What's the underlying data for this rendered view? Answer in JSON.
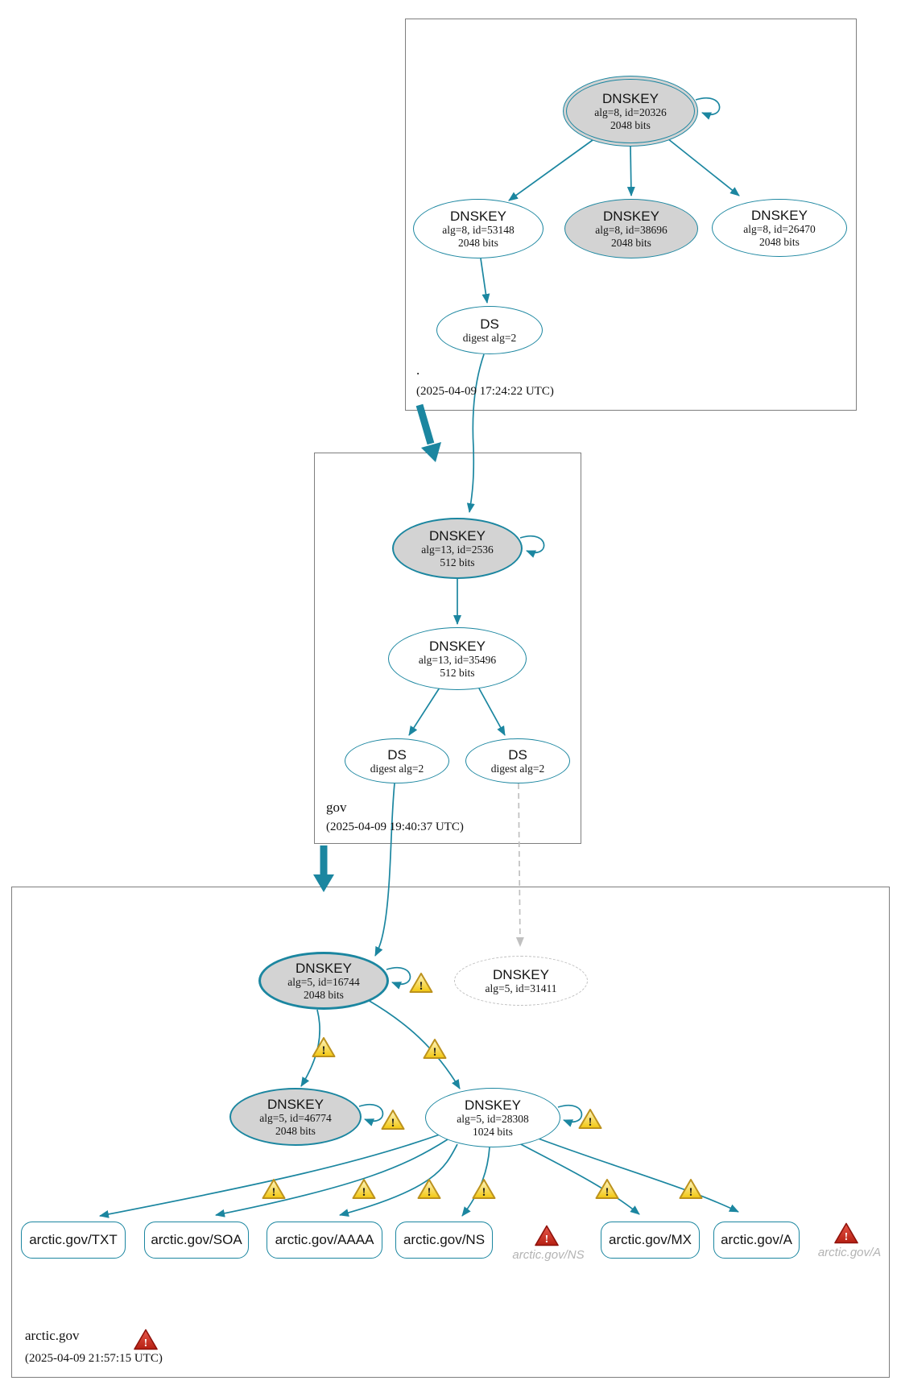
{
  "colors": {
    "accent": "#1b86a0",
    "node_fill": "#d3d3d3",
    "box_border": "#7e7e7e",
    "dashed_gray": "#bfbfbf",
    "warning_yellow": "#f3c70d",
    "error_red": "#c7271d",
    "muted_text": "#b3b3b3"
  },
  "icons": {
    "warning_glyph": "!",
    "error_glyph": "!"
  },
  "zones": {
    "root": {
      "label": ".",
      "timestamp": "(2025-04-09 17:24:22 UTC)",
      "nodes": {
        "k20326": {
          "title": "DNSKEY",
          "meta": "alg=8, id=20326",
          "bits": "2048 bits"
        },
        "k53148": {
          "title": "DNSKEY",
          "meta": "alg=8, id=53148",
          "bits": "2048 bits"
        },
        "k38696": {
          "title": "DNSKEY",
          "meta": "alg=8, id=38696",
          "bits": "2048 bits"
        },
        "k26470": {
          "title": "DNSKEY",
          "meta": "alg=8, id=26470",
          "bits": "2048 bits"
        },
        "ds": {
          "title": "DS",
          "meta": "digest alg=2"
        }
      }
    },
    "gov": {
      "label": "gov",
      "timestamp": "(2025-04-09 19:40:37 UTC)",
      "nodes": {
        "k2536": {
          "title": "DNSKEY",
          "meta": "alg=13, id=2536",
          "bits": "512 bits"
        },
        "k35496": {
          "title": "DNSKEY",
          "meta": "alg=13, id=35496",
          "bits": "512 bits"
        },
        "ds1": {
          "title": "DS",
          "meta": "digest alg=2"
        },
        "ds2": {
          "title": "DS",
          "meta": "digest alg=2"
        }
      }
    },
    "arctic": {
      "label": "arctic.gov",
      "timestamp": "(2025-04-09 21:57:15 UTC)",
      "nodes": {
        "k16744": {
          "title": "DNSKEY",
          "meta": "alg=5, id=16744",
          "bits": "2048 bits"
        },
        "k31411": {
          "title": "DNSKEY",
          "meta": "alg=5, id=31411"
        },
        "k46774": {
          "title": "DNSKEY",
          "meta": "alg=5, id=46774",
          "bits": "2048 bits"
        },
        "k28308": {
          "title": "DNSKEY",
          "meta": "alg=5, id=28308",
          "bits": "1024 bits"
        }
      },
      "rrsets": [
        {
          "label": "arctic.gov/TXT"
        },
        {
          "label": "arctic.gov/SOA"
        },
        {
          "label": "arctic.gov/AAAA"
        },
        {
          "label": "arctic.gov/NS"
        },
        {
          "label": "arctic.gov/MX"
        },
        {
          "label": "arctic.gov/A"
        }
      ],
      "errors": [
        {
          "label": "arctic.gov/NS"
        },
        {
          "label": "arctic.gov/A"
        }
      ]
    }
  }
}
